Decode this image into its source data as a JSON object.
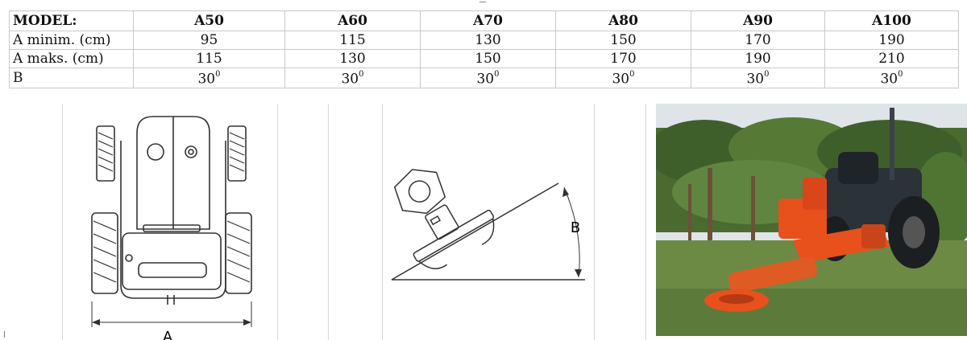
{
  "table": {
    "header": [
      "MODEL:",
      "A50",
      "A60",
      "A70",
      "A80",
      "A90",
      "A100"
    ],
    "rows": [
      {
        "label": "A minim. (cm)",
        "values": [
          "95",
          "115",
          "130",
          "150",
          "170",
          "190"
        ]
      },
      {
        "label": "A maks. (cm)",
        "values": [
          "115",
          "130",
          "150",
          "170",
          "190",
          "210"
        ]
      },
      {
        "label": "B",
        "values": [
          "30",
          "30",
          "30",
          "30",
          "30",
          "30"
        ],
        "superscript": "0"
      }
    ]
  },
  "diagram_top_view": {
    "dimension_label": "A"
  },
  "diagram_tilt": {
    "angle_label": "B"
  },
  "photo": {
    "description_icon": "tractor-with-disc-mower-photo"
  },
  "colors": {
    "grid": "#c9c9c9",
    "machine_orange": "#e8501c",
    "grass": "#5c7a3a",
    "foliage": "#3f5f2a",
    "sky": "#dfe4e8"
  }
}
